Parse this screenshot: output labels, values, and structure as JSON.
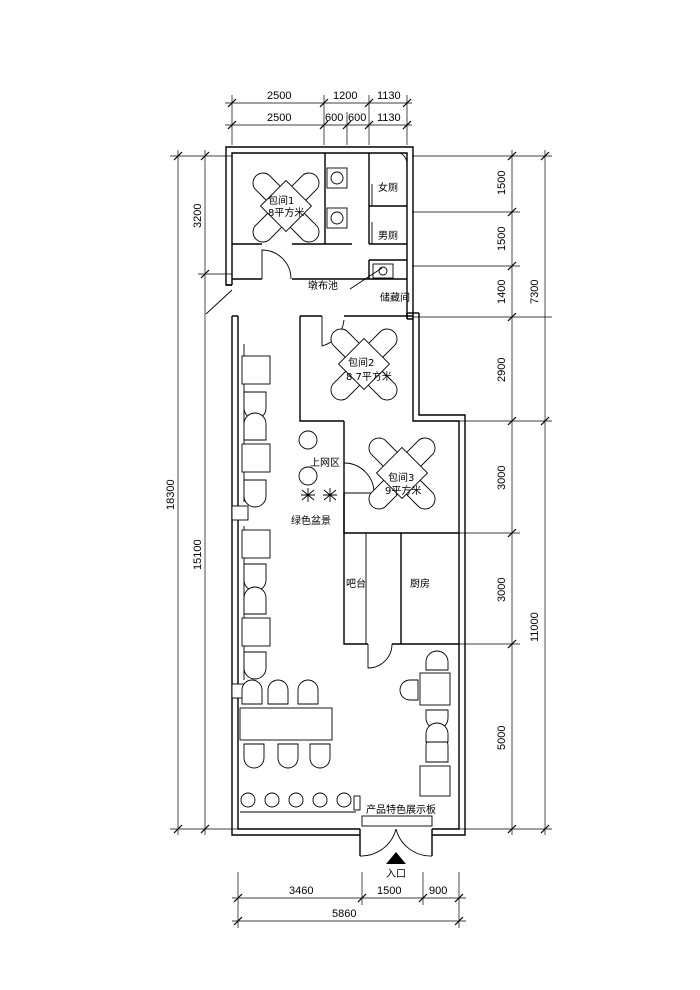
{
  "dimensions": {
    "top_row1": [
      "2500",
      "1200",
      "1130"
    ],
    "top_row2": [
      "2500",
      "600",
      "600",
      "1130"
    ],
    "bottom_row1": [
      "3460",
      "1500",
      "900"
    ],
    "bottom_total": "5860",
    "left_outer": "18300",
    "left_top": "3200",
    "left_bottom": "15100",
    "right_inner": [
      "1500",
      "1500",
      "1400",
      "2900",
      "3000",
      "3000",
      "5000"
    ],
    "right_outer": [
      "7300",
      "11000"
    ]
  },
  "rooms": {
    "private_room_1": "包间1",
    "private_room_1_area": "8平方米",
    "women_toilet": "女厕",
    "men_toilet": "男厕",
    "mop_sink": "墩布池",
    "storage": "储藏间",
    "private_room_2": "包间2",
    "private_room_2_area": "8.7平方米",
    "internet_area": "上网区",
    "green_plants": "绿色盆景",
    "private_room_3": "包间3",
    "private_room_3_area": "9平方米",
    "bar_counter": "吧台",
    "kitchen": "厨房",
    "display_board": "产品特色展示板",
    "entrance": "入口"
  }
}
